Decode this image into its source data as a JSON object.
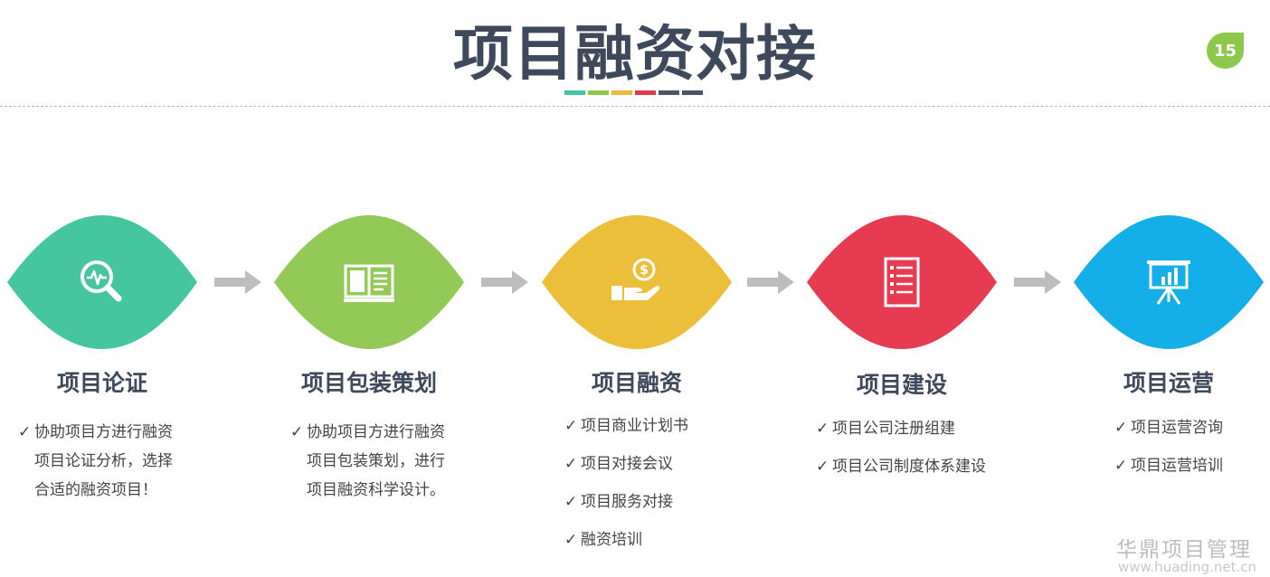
{
  "header": {
    "title": "项目融资对接",
    "page_number": "15",
    "color_bar": [
      "#45c5a0",
      "#8cc84b",
      "#e8bc3a",
      "#e03a4e",
      "#4a5568",
      "#4a5568"
    ]
  },
  "steps": [
    {
      "title": "项目论证",
      "color": "#45c69f",
      "icon": "magnifier-pulse-icon",
      "items": [
        "协助项目方进行融资项目论证分析，选择合适的融资项目！"
      ]
    },
    {
      "title": "项目包装策划",
      "color": "#92c957",
      "icon": "open-book-icon",
      "items": [
        "协助项目方进行融资项目包装策划，进行项目融资科学设计。"
      ]
    },
    {
      "title": "项目融资",
      "color": "#ecbf3a",
      "icon": "hand-coin-icon",
      "items": [
        "项目商业计划书",
        "项目对接会议",
        "项目服务对接",
        "融资培训"
      ]
    },
    {
      "title": "项目建设",
      "color": "#e63b50",
      "icon": "checklist-icon",
      "items": [
        "项目公司注册组建",
        "项目公司制度体系建设"
      ]
    },
    {
      "title": "项目运营",
      "color": "#14aee9",
      "icon": "presentation-board-icon",
      "items": [
        "项目运营咨询",
        "项目运营培训"
      ]
    }
  ],
  "arrow_color": "#bdbdbd",
  "footer": {
    "watermark": "华鼎项目管理",
    "url": "www.huading.net.cn"
  }
}
